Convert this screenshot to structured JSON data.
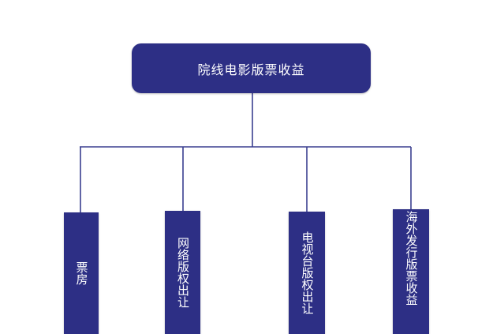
{
  "root": {
    "label": "院线电影版票收益"
  },
  "children": [
    {
      "label": "票房"
    },
    {
      "label": "网络版权出让"
    },
    {
      "label": "电视台版权出让"
    },
    {
      "label": "海外发行版票收益"
    }
  ],
  "colors": {
    "box_fill": "#2d2f85",
    "connector": "#3a3f8f",
    "text": "#ffffff"
  }
}
